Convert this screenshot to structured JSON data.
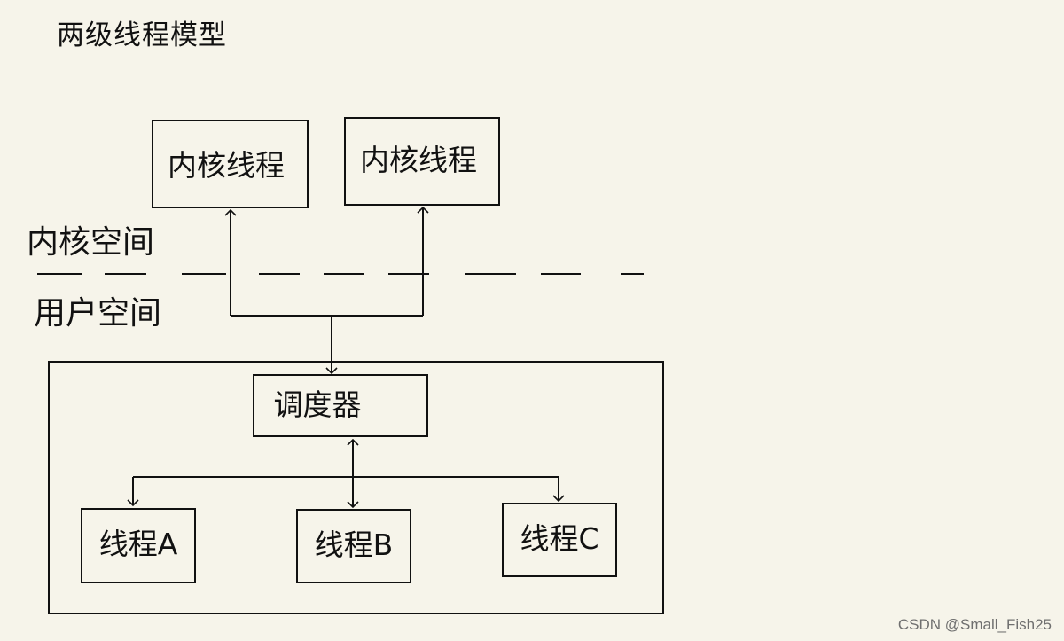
{
  "title": "两级线程模型",
  "kernel_threads": [
    "内核线程",
    "内核线程"
  ],
  "regions": {
    "kernel_space": "内核空间",
    "user_space": "用户空间"
  },
  "scheduler": "调度器",
  "user_threads": [
    "线程A",
    "线程B",
    "线程C"
  ],
  "watermark": "CSDN @Small_Fish25"
}
